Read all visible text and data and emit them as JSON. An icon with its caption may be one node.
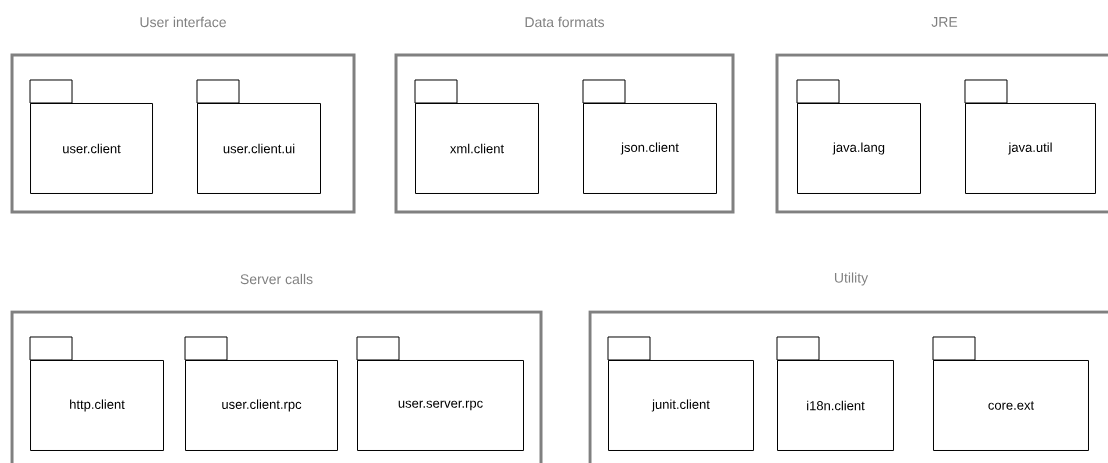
{
  "diagram": {
    "nodes": [
      {
        "text": [
          "User interface"
        ]
      },
      {
        "text": [
          "user.client"
        ],
        "in": 0
      },
      {
        "text": [
          "user.client.ui"
        ],
        "in": 0
      },
      {
        "text": [
          "Data formats"
        ]
      },
      {
        "text": [
          "xml.client"
        ],
        "in": 3
      },
      {
        "text": [
          "json.client"
        ],
        "in": 3
      },
      {
        "text": [
          "JRE"
        ]
      },
      {
        "text": [
          "java.lang"
        ],
        "in": 6
      },
      {
        "text": [
          "java.util"
        ],
        "in": 6
      },
      {
        "text": [
          "Server calls"
        ]
      },
      {
        "text": [
          "http.client"
        ],
        "in": 9
      },
      {
        "text": [
          "user.client.rpc"
        ],
        "in": 9
      },
      {
        "text": [
          "user.server.rpc"
        ],
        "in": 9
      },
      {
        "text": [
          "Utility"
        ]
      },
      {
        "text": [
          "junit.client"
        ],
        "in": 13
      },
      {
        "text": [
          "i18n.client"
        ],
        "in": 13
      },
      {
        "text": [
          "core.ext"
        ],
        "in": 13
      }
    ]
  }
}
